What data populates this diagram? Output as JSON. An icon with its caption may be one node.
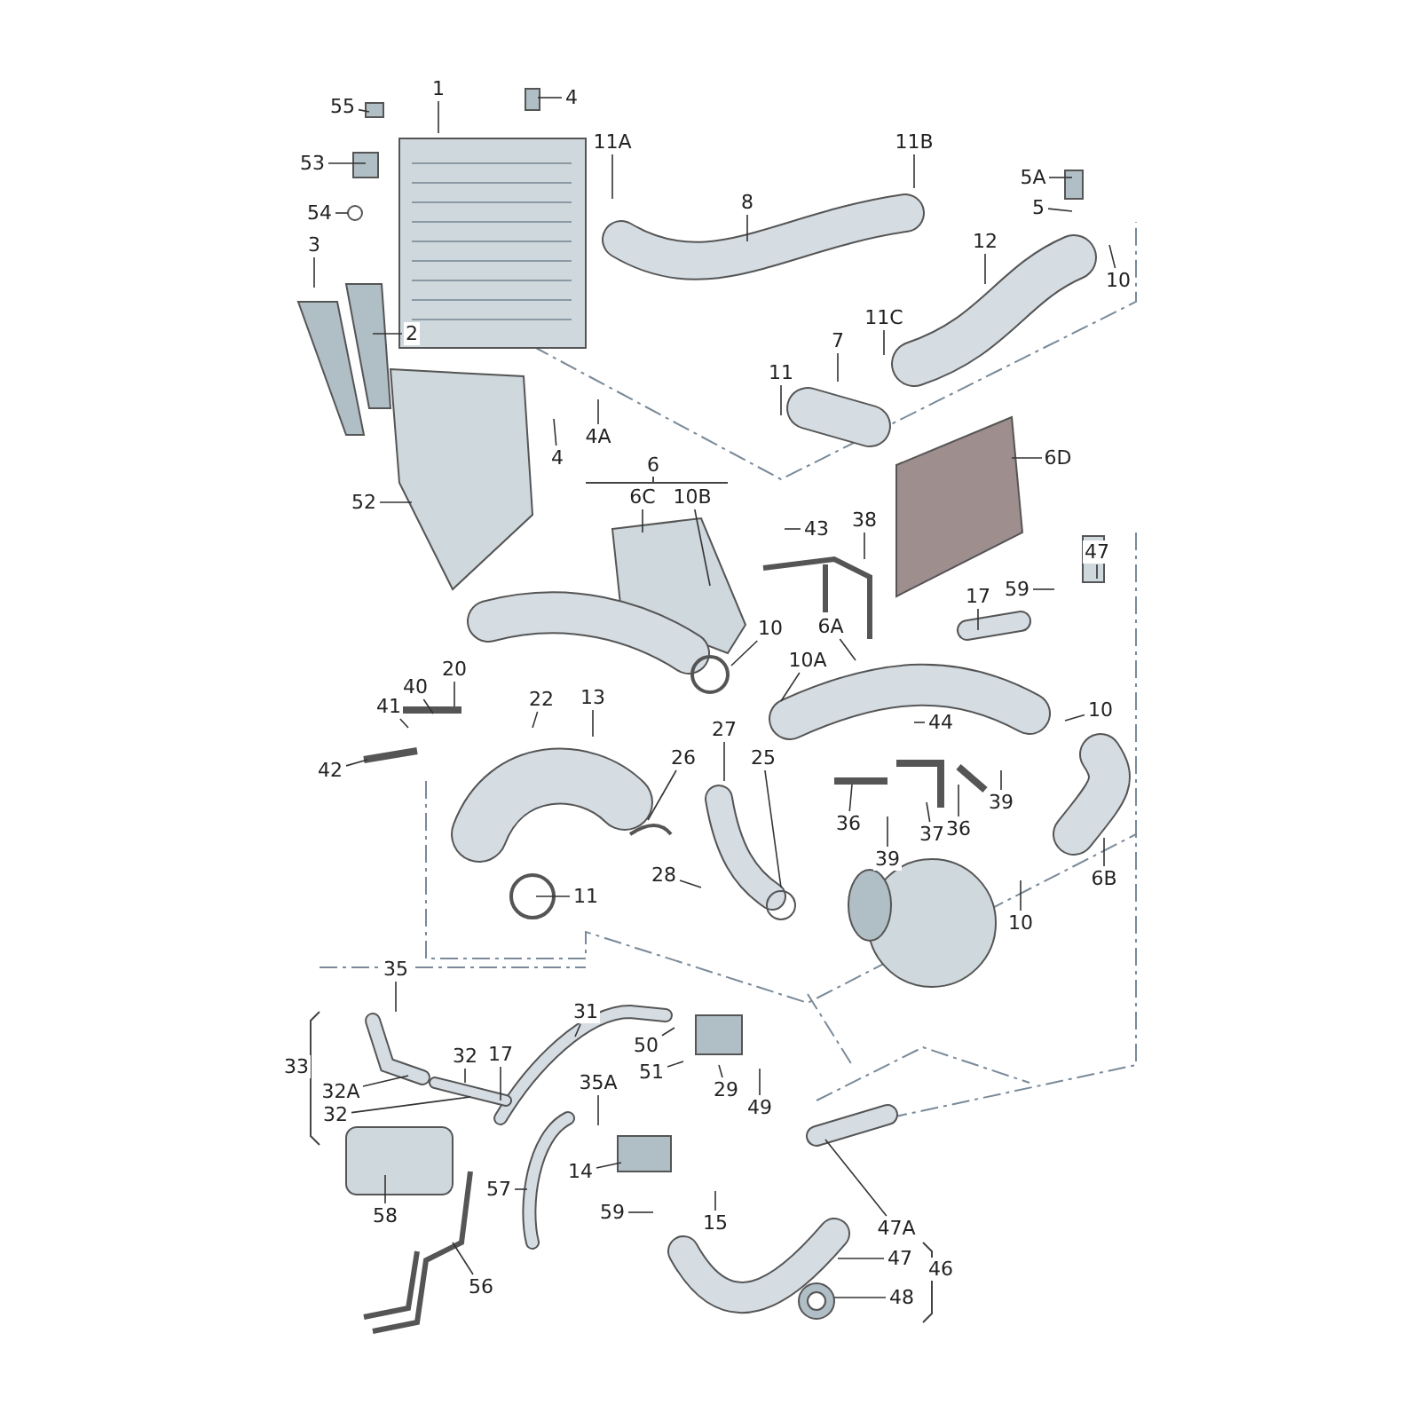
{
  "diagram": {
    "nodes": [
      {
        "text": [
          "1"
        ]
      },
      {
        "text": [
          "4"
        ]
      },
      {
        "text": [
          "55"
        ]
      },
      {
        "text": [
          "53"
        ]
      },
      {
        "text": [
          "54"
        ]
      },
      {
        "text": [
          "3"
        ]
      },
      {
        "text": [
          "2"
        ]
      },
      {
        "text": [
          "11A"
        ]
      },
      {
        "text": [
          "8"
        ]
      },
      {
        "text": [
          "11B"
        ]
      },
      {
        "text": [
          "5A"
        ]
      },
      {
        "text": [
          "5"
        ]
      },
      {
        "text": [
          "12"
        ]
      },
      {
        "text": [
          "10"
        ]
      },
      {
        "text": [
          "11C"
        ]
      },
      {
        "text": [
          "7"
        ]
      },
      {
        "text": [
          "11"
        ]
      },
      {
        "text": [
          "4A"
        ]
      },
      {
        "text": [
          "4"
        ]
      },
      {
        "text": [
          "52"
        ]
      },
      {
        "text": [
          "6D"
        ]
      },
      {
        "text": [
          "6C"
        ]
      },
      {
        "text": [
          "10B"
        ]
      },
      {
        "text": [
          "43"
        ]
      },
      {
        "text": [
          "38"
        ]
      },
      {
        "text": [
          "47"
        ]
      },
      {
        "text": [
          "17"
        ]
      },
      {
        "text": [
          "59"
        ]
      },
      {
        "text": [
          "10"
        ]
      },
      {
        "text": [
          "6A"
        ]
      },
      {
        "text": [
          "10A"
        ]
      },
      {
        "text": [
          "20"
        ]
      },
      {
        "text": [
          "40"
        ]
      },
      {
        "text": [
          "41"
        ]
      },
      {
        "text": [
          "42"
        ]
      },
      {
        "text": [
          "22"
        ]
      },
      {
        "text": [
          "13"
        ]
      },
      {
        "text": [
          "44"
        ]
      },
      {
        "text": [
          "10"
        ]
      },
      {
        "text": [
          "27"
        ]
      },
      {
        "text": [
          "26"
        ]
      },
      {
        "text": [
          "25"
        ]
      },
      {
        "text": [
          "36"
        ]
      },
      {
        "text": [
          "37"
        ]
      },
      {
        "text": [
          "36"
        ]
      },
      {
        "text": [
          "39"
        ]
      },
      {
        "text": [
          "39"
        ]
      },
      {
        "text": [
          "28"
        ]
      },
      {
        "text": [
          "11"
        ]
      },
      {
        "text": [
          "6B"
        ]
      },
      {
        "text": [
          "10"
        ]
      },
      {
        "text": [
          "35"
        ]
      },
      {
        "text": [
          "31"
        ]
      },
      {
        "text": [
          "50"
        ]
      },
      {
        "text": [
          "32"
        ]
      },
      {
        "text": [
          "17"
        ]
      },
      {
        "text": [
          "29"
        ]
      },
      {
        "text": [
          "51"
        ]
      },
      {
        "text": [
          "49"
        ]
      },
      {
        "text": [
          "32A"
        ]
      },
      {
        "text": [
          "32"
        ]
      },
      {
        "text": [
          "35A"
        ]
      },
      {
        "text": [
          "14"
        ]
      },
      {
        "text": [
          "57"
        ]
      },
      {
        "text": [
          "59"
        ]
      },
      {
        "text": [
          "15"
        ]
      },
      {
        "text": [
          "58"
        ]
      },
      {
        "text": [
          "47A"
        ]
      },
      {
        "text": [
          "47"
        ]
      },
      {
        "text": [
          "56"
        ]
      },
      {
        "text": [
          "48"
        ]
      },
      {
        "text": [
          "6"
        ]
      },
      {
        "text": [
          "33"
        ]
      },
      {
        "text": [
          "46"
        ]
      }
    ],
    "edges": [
      {
        "from": 0,
        "to": null,
        "arrow": "none"
      },
      {
        "from": 1,
        "to": null,
        "arrow": "none"
      },
      {
        "from": 2,
        "to": null,
        "arrow": "none"
      },
      {
        "from": 3,
        "to": null,
        "arrow": "none"
      },
      {
        "from": 4,
        "to": null,
        "arrow": "none"
      },
      {
        "from": 5,
        "to": null,
        "arrow": "none"
      },
      {
        "from": 6,
        "to": null,
        "arrow": "none"
      },
      {
        "from": 7,
        "to": null,
        "arrow": "none"
      },
      {
        "from": 8,
        "to": null,
        "arrow": "none"
      },
      {
        "from": 9,
        "to": null,
        "arrow": "none"
      },
      {
        "from": 10,
        "to": null,
        "arrow": "none"
      },
      {
        "from": 11,
        "to": null,
        "arrow": "none"
      },
      {
        "from": 12,
        "to": null,
        "arrow": "none"
      },
      {
        "from": 13,
        "to": null,
        "arrow": "none"
      },
      {
        "from": 14,
        "to": null,
        "arrow": "none"
      },
      {
        "from": 15,
        "to": null,
        "arrow": "none"
      },
      {
        "from": 16,
        "to": null,
        "arrow": "none"
      },
      {
        "from": 17,
        "to": null,
        "arrow": "none"
      },
      {
        "from": 18,
        "to": null,
        "arrow": "none"
      },
      {
        "from": 19,
        "to": null,
        "arrow": "none"
      },
      {
        "from": 20,
        "to": null,
        "arrow": "none"
      },
      {
        "from": 21,
        "to": null,
        "arrow": "none"
      },
      {
        "from": 22,
        "to": null,
        "arrow": "none"
      },
      {
        "from": 23,
        "to": null,
        "arrow": "none"
      },
      {
        "from": 24,
        "to": null,
        "arrow": "none"
      },
      {
        "from": 25,
        "to": null,
        "arrow": "none"
      },
      {
        "from": 26,
        "to": null,
        "arrow": "none"
      },
      {
        "from": 27,
        "to": null,
        "arrow": "none"
      },
      {
        "from": 28,
        "to": null,
        "arrow": "none"
      },
      {
        "from": 29,
        "to": null,
        "arrow": "none"
      },
      {
        "from": 30,
        "to": null,
        "arrow": "none"
      },
      {
        "from": 31,
        "to": null,
        "arrow": "none"
      },
      {
        "from": 32,
        "to": null,
        "arrow": "none"
      },
      {
        "from": 33,
        "to": null,
        "arrow": "none"
      },
      {
        "from": 34,
        "to": null,
        "arrow": "none"
      },
      {
        "from": 35,
        "to": null,
        "arrow": "none"
      },
      {
        "from": 36,
        "to": null,
        "arrow": "none"
      },
      {
        "from": 37,
        "to": null,
        "arrow": "none"
      },
      {
        "from": 38,
        "to": null,
        "arrow": "none"
      },
      {
        "from": 39,
        "to": null,
        "arrow": "none"
      },
      {
        "from": 40,
        "to": null,
        "arrow": "none"
      },
      {
        "from": 41,
        "to": null,
        "arrow": "none"
      },
      {
        "from": 42,
        "to": null,
        "arrow": "none"
      },
      {
        "from": 43,
        "to": null,
        "arrow": "none"
      },
      {
        "from": 44,
        "to": null,
        "arrow": "none"
      },
      {
        "from": 45,
        "to": null,
        "arrow": "none"
      },
      {
        "from": 46,
        "to": null,
        "arrow": "none"
      },
      {
        "from": 47,
        "to": null,
        "arrow": "none"
      },
      {
        "from": 48,
        "to": null,
        "arrow": "none"
      },
      {
        "from": 49,
        "to": null,
        "arrow": "none"
      },
      {
        "from": 50,
        "to": null,
        "arrow": "none"
      },
      {
        "from": 51,
        "to": null,
        "arrow": "none"
      },
      {
        "from": 52,
        "to": null,
        "arrow": "none"
      },
      {
        "from": 53,
        "to": null,
        "arrow": "none"
      },
      {
        "from": 54,
        "to": null,
        "arrow": "none"
      },
      {
        "from": 55,
        "to": null,
        "arrow": "none"
      },
      {
        "from": 56,
        "to": null,
        "arrow": "none"
      },
      {
        "from": 57,
        "to": null,
        "arrow": "none"
      },
      {
        "from": 58,
        "to": null,
        "arrow": "none"
      },
      {
        "from": 59,
        "to": null,
        "arrow": "none"
      },
      {
        "from": 60,
        "to": null,
        "arrow": "none"
      },
      {
        "from": 61,
        "to": null,
        "arrow": "none"
      },
      {
        "from": 62,
        "to": null,
        "arrow": "none"
      },
      {
        "from": 63,
        "to": null,
        "arrow": "none"
      },
      {
        "from": 64,
        "to": null,
        "arrow": "none"
      },
      {
        "from": 65,
        "to": null,
        "arrow": "none"
      },
      {
        "from": 66,
        "to": null,
        "arrow": "none"
      },
      {
        "from": 67,
        "to": null,
        "arrow": "none"
      },
      {
        "from": 68,
        "to": null,
        "arrow": "none"
      },
      {
        "from": 69,
        "to": null,
        "arrow": "none"
      },
      {
        "from": 70,
        "to": null,
        "arrow": "none"
      }
    ]
  }
}
